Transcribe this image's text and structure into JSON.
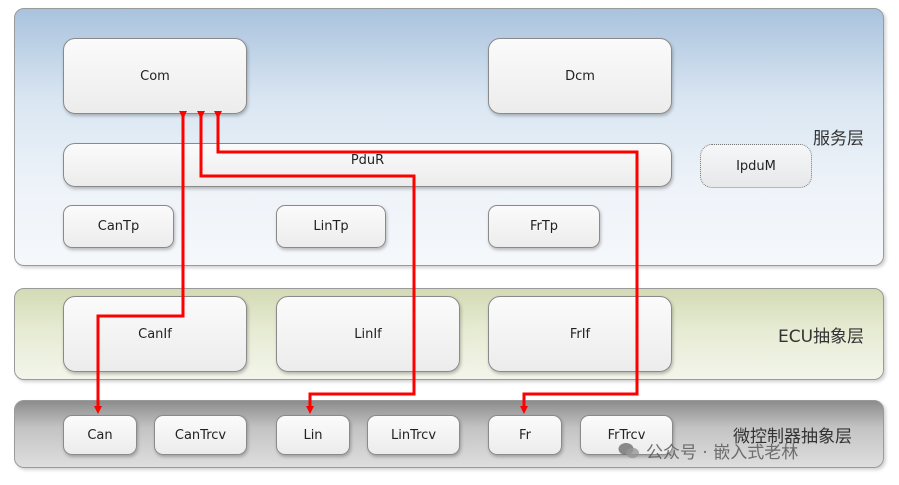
{
  "layers": {
    "service": "服务层",
    "ecu": "ECU抽象层",
    "mcal": "微控制器抽象层"
  },
  "service_modules": {
    "com": "Com",
    "dcm": "Dcm",
    "pdur": "PduR",
    "ipdum": "IpduM",
    "cantp": "CanTp",
    "lintp": "LinTp",
    "frtp": "FrTp"
  },
  "ecu_modules": {
    "canif": "CanIf",
    "linif": "LinIf",
    "frif": "FrIf"
  },
  "mcal_modules": {
    "can": "Can",
    "cantrcv": "CanTrcv",
    "lin": "Lin",
    "lintrcv": "LinTrcv",
    "fr": "Fr",
    "frtrcv": "FrTrcv"
  },
  "watermark": "公众号 · 嵌入式老林",
  "colors": {
    "arrow": "#ff0000"
  }
}
